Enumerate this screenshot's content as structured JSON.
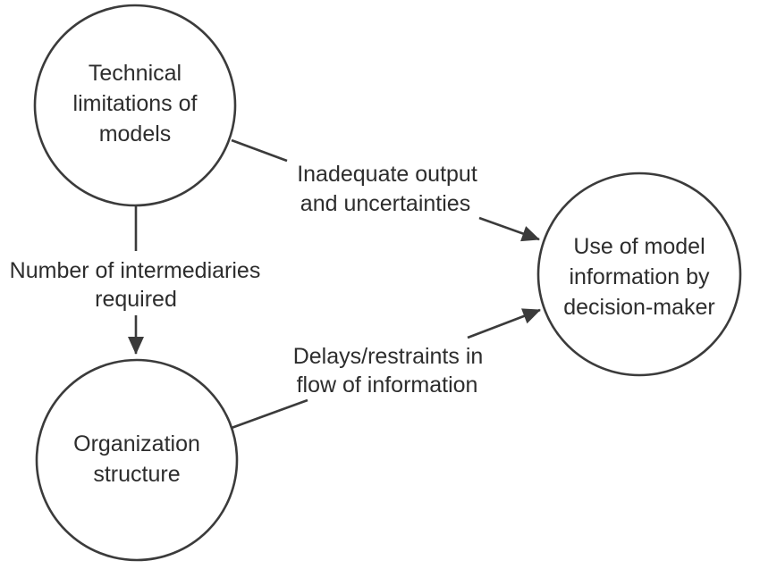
{
  "diagram": {
    "type": "causal-diagram",
    "nodes": [
      {
        "name": "technical-limitations-of-models",
        "lines": [
          "Technical",
          "limitations of",
          "models"
        ]
      },
      {
        "name": "organization-structure",
        "lines": [
          "Organization",
          "structure"
        ]
      },
      {
        "name": "use-of-model-information",
        "lines": [
          "Use of model",
          "information by",
          "decision-maker"
        ]
      }
    ],
    "edges": [
      {
        "name": "technical-to-decision-maker",
        "from": "technical-limitations-of-models",
        "to": "use-of-model-information",
        "label": [
          "Inadequate output",
          "and uncertainties"
        ]
      },
      {
        "name": "technical-to-organization",
        "from": "technical-limitations-of-models",
        "to": "organization-structure",
        "label": [
          "Number of intermediaries",
          "required"
        ]
      },
      {
        "name": "organization-to-decision-maker",
        "from": "organization-structure",
        "to": "use-of-model-information",
        "label": [
          "Delays/restraints in",
          "flow of information"
        ]
      }
    ],
    "colors": {
      "line": "#3b3b3b",
      "text": "#2d2d2d",
      "node_fill": "#ffffff",
      "background": "#ffffff"
    }
  }
}
